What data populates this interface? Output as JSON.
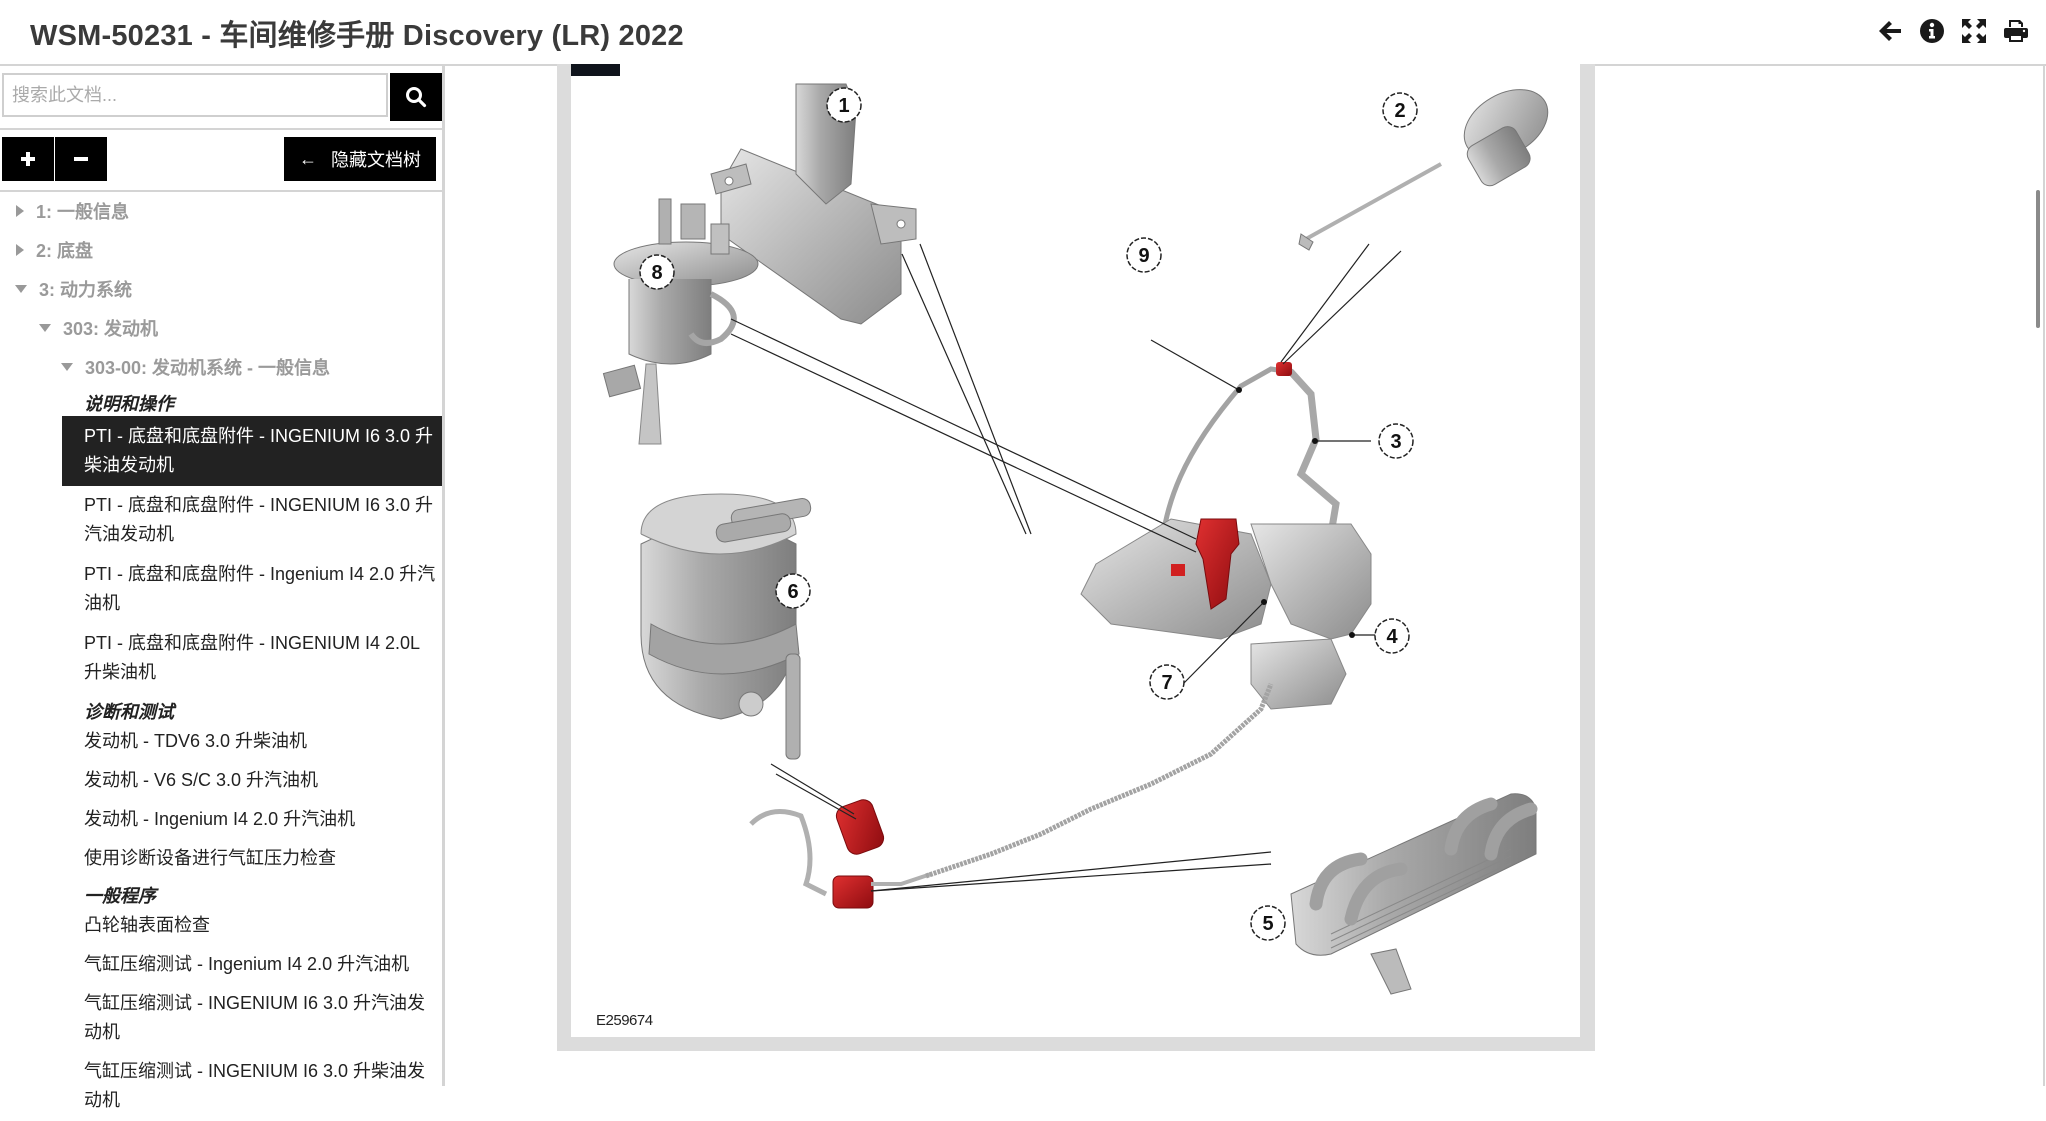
{
  "header": {
    "title": "WSM-50231 - 车间维修手册 Discovery (LR) 2022",
    "icons": [
      "back-arrow-icon",
      "info-icon",
      "expand-icon",
      "print-icon"
    ]
  },
  "sidebar": {
    "search": {
      "placeholder": "搜索此文档...",
      "value": "",
      "button_icon": "search-icon"
    },
    "expand_all_icon": "plus-icon",
    "collapse_all_icon": "minus-icon",
    "hide_tree_button": {
      "arrow": "←",
      "label": "隐藏文档树"
    },
    "tree": [
      {
        "label": "1: 一般信息",
        "state": "collapsed",
        "level": 0
      },
      {
        "label": "2: 底盘",
        "state": "collapsed",
        "level": 0
      },
      {
        "label": "3: 动力系统",
        "state": "expanded",
        "level": 0
      },
      {
        "label": "303: 发动机",
        "state": "expanded",
        "level": 1
      },
      {
        "label": "303-00: 发动机系统 - 一般信息",
        "state": "expanded",
        "level": 2
      }
    ],
    "sections": [
      {
        "heading": "说明和操作",
        "items": [
          {
            "label": "PTI - 底盘和底盘附件 - INGENIUM I6 3.0 升柴油发动机",
            "selected": true
          },
          {
            "label": "PTI - 底盘和底盘附件 - INGENIUM I6 3.0 升汽油发动机",
            "selected": false
          },
          {
            "label": "PTI - 底盘和底盘附件 - Ingenium I4 2.0 升汽油机",
            "selected": false
          },
          {
            "label": "PTI - 底盘和底盘附件 - INGENIUM I4 2.0L 升柴油机",
            "selected": false
          }
        ]
      },
      {
        "heading": "诊断和测试",
        "items": [
          {
            "label": "发动机 - TDV6 3.0 升柴油机",
            "selected": false
          },
          {
            "label": "发动机 - V6 S/C 3.0 升汽油机",
            "selected": false
          },
          {
            "label": "发动机 - Ingenium I4 2.0 升汽油机",
            "selected": false
          },
          {
            "label": "使用诊断设备进行气缸压力检查",
            "selected": false
          }
        ]
      },
      {
        "heading": "一般程序",
        "items": [
          {
            "label": "凸轮轴表面检查",
            "selected": false
          },
          {
            "label": "气缸压缩测试 - Ingenium I4 2.0 升汽油机",
            "selected": false
          },
          {
            "label": "气缸压缩测试 - INGENIUM I6 3.0 升汽油发动机",
            "selected": false
          },
          {
            "label": "气缸压缩测试 - INGENIUM I6 3.0 升柴油发动机",
            "selected": false
          }
        ]
      }
    ]
  },
  "figure": {
    "code": "E259674",
    "callouts": [
      "1",
      "2",
      "3",
      "4",
      "5",
      "6",
      "7",
      "8",
      "9"
    ],
    "highlight_color": "#c8121a",
    "part_color": "#b9b9b9"
  }
}
